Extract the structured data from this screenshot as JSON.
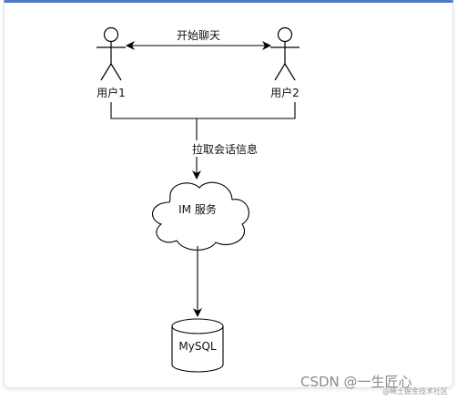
{
  "diagram": {
    "users": [
      {
        "label": "用户1"
      },
      {
        "label": "用户2"
      }
    ],
    "chat_arrow_label": "开始聊天",
    "pull_label": "拉取会话信息",
    "service_label": "IM 服务",
    "db_label": "MySQL"
  },
  "watermark": {
    "main": "CSDN @一生匠心",
    "sub": "@稀土掘金技术社区"
  },
  "colors": {
    "stroke": "#000000",
    "frame_accent": "#4f7cc9"
  }
}
